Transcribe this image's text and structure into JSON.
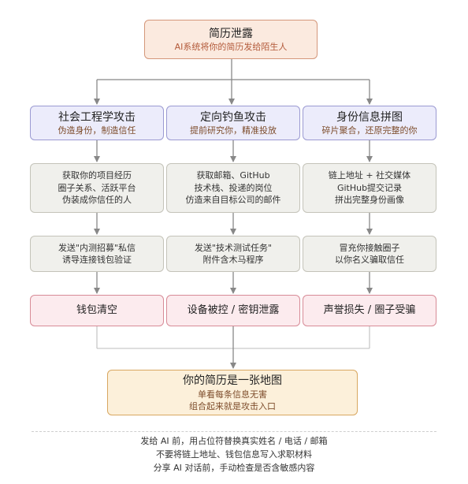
{
  "top": {
    "title": "简历泄露",
    "subtitle": "AI系统将你的简历发给陌生人"
  },
  "columns": [
    {
      "attack": {
        "title": "社会工程学攻击",
        "subtitle": "伪造身份，制造信任"
      },
      "detail": [
        "获取你的项目经历",
        "圈子关系、活跃平台",
        "伪装成你信任的人"
      ],
      "tactic": [
        "发送\"内测招募\"私信",
        "诱导连接钱包验证"
      ],
      "result": "钱包清空"
    },
    {
      "attack": {
        "title": "定向钓鱼攻击",
        "subtitle": "提前研究你，精准投放"
      },
      "detail": [
        "获取邮箱、GitHub",
        "技术栈、投递的岗位",
        "仿造来自目标公司的邮件"
      ],
      "tactic": [
        "发送\"技术测试任务\"",
        "附件含木马程序"
      ],
      "result": "设备被控 / 密钥泄露"
    },
    {
      "attack": {
        "title": "身份信息拼图",
        "subtitle": "碎片聚合，还原完整的你"
      },
      "detail": [
        "链上地址 + 社交媒体",
        "GitHub提交记录",
        "拼出完整身份画像"
      ],
      "tactic": [
        "冒充你接触圈子",
        "以你名义骗取信任"
      ],
      "result": "声誉损失 / 圈子受骗"
    }
  ],
  "summary": {
    "title": "你的简历是一张地图",
    "lines": [
      "单看每条信息无害",
      "组合起来就是攻击入口"
    ]
  },
  "tips": [
    "发给 AI 前，用占位符替换真实姓名 / 电话 / 邮箱",
    "不要将链上地址、钱包信息写入求职材料",
    "分享 AI 对话前，手动检查是否含敏感内容"
  ],
  "colors": {
    "top_fill": "#fbeadf",
    "attack_fill": "#ececfb",
    "step_fill": "#f0f0ec",
    "result_fill": "#fcebee",
    "summary_fill": "#fcf0da",
    "connector": "#888888"
  }
}
